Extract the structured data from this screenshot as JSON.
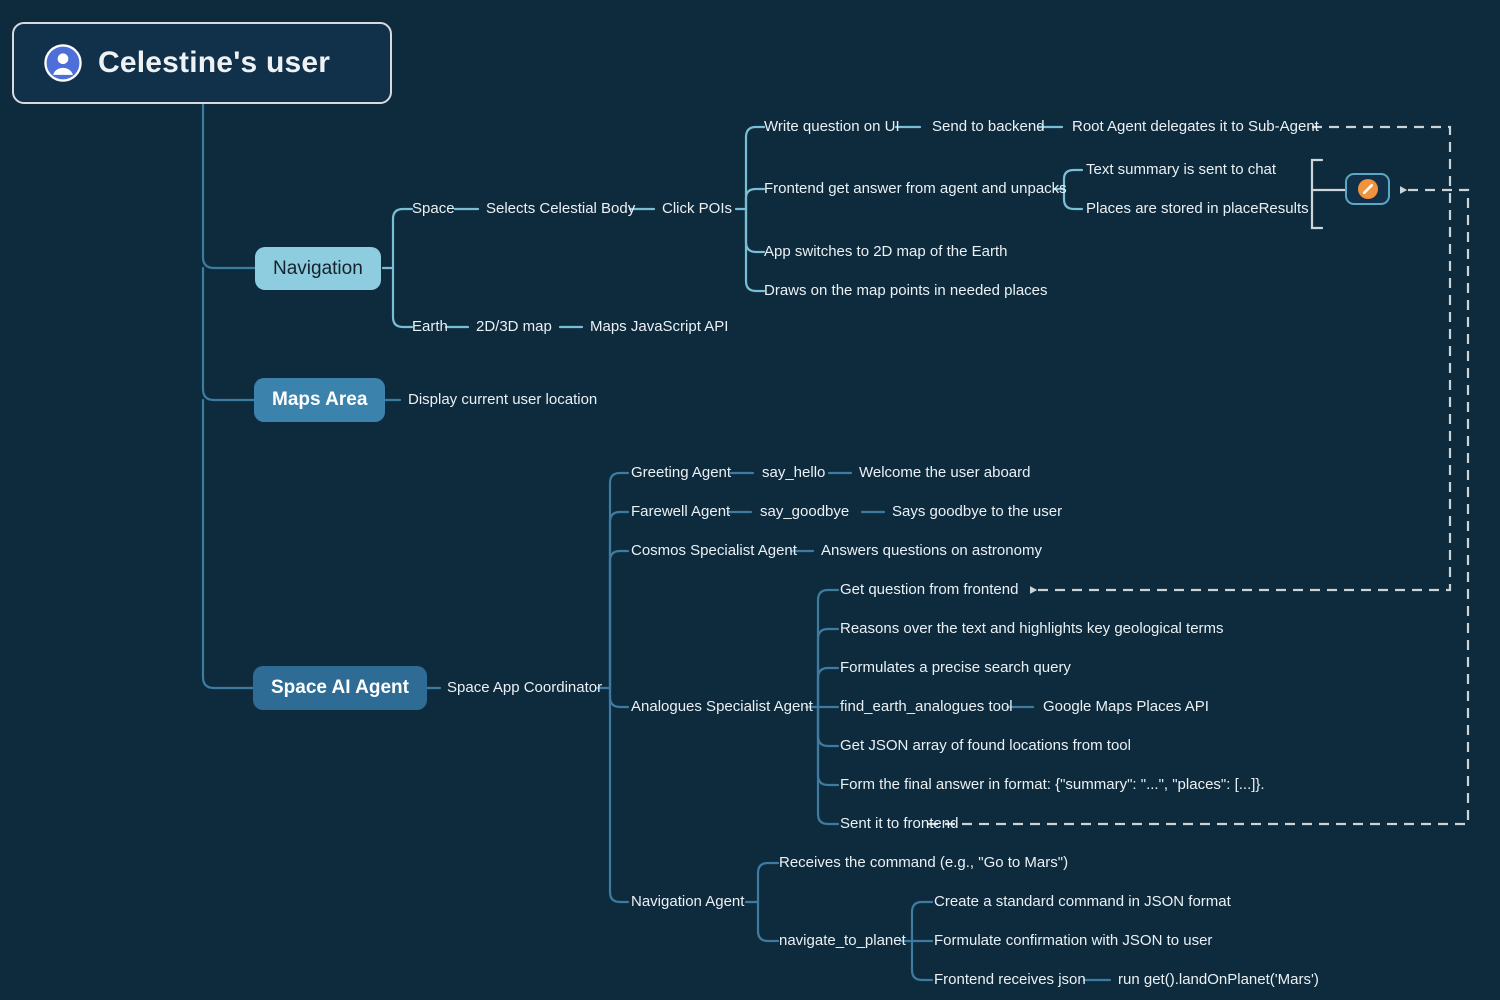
{
  "diagram": {
    "title": "Celestine's user",
    "type": "mindmap",
    "background_color": "#0e2a3d",
    "root": {
      "label": "Celestine's user",
      "icon": "user-avatar-icon",
      "avatar_color": "#4f6fd8",
      "border_color": "#d7dbdd"
    },
    "branches": [
      {
        "label": "Navigation",
        "style": "pill",
        "fill": "#8ecddf",
        "text_color": "#16222b"
      },
      {
        "label": "Maps Area",
        "style": "pill",
        "fill": "#3b83ad",
        "text_color": "#ffffff"
      },
      {
        "label": "Space AI Agent",
        "style": "pill",
        "fill": "#2e6c96",
        "text_color": "#ffffff"
      }
    ],
    "compass_node": {
      "icon": "compass-icon",
      "icon_color": "#f0933e",
      "border_color": "#5aa8c4"
    },
    "line_color": "#3d7ba0",
    "dashed_color": "#c9d4d8"
  },
  "labels": {
    "space": "Space",
    "selects_celestial_body": "Selects Celestial Body",
    "click_pois": "Click POIs",
    "write_question_on_ui": "Write question on UI",
    "send_to_backend": "Send to backend",
    "root_agent_delegates": "Root Agent delegates it to Sub-Agent",
    "frontend_get_answer": "Frontend get answer from agent and unpacks",
    "text_summary_sent": "Text summary is sent to chat",
    "places_stored": "Places are stored in placeResults",
    "app_switches_2d": "App switches to 2D map of the Earth",
    "draws_on_map": "Draws on the map points in needed places",
    "earth": "Earth",
    "map_2d3d": "2D/3D map",
    "maps_js_api": "Maps JavaScript API",
    "display_current_user_location": "Display current user location",
    "space_app_coordinator": "Space App Coordinator",
    "greeting_agent": "Greeting Agent",
    "say_hello": "say_hello",
    "welcome_user_aboard": "Welcome the user aboard",
    "farewell_agent": "Farewell Agent",
    "say_goodbye": "say_goodbye",
    "says_goodbye_to_user": "Says goodbye to the user",
    "cosmos_specialist_agent": "Cosmos Specialist Agent",
    "answers_questions_astronomy": "Answers questions on astronomy",
    "analogues_specialist_agent": "Analogues Specialist Agent",
    "get_question_from_frontend": "Get question from frontend",
    "reasons_over_text": "Reasons over the text and highlights key geological terms",
    "formulates_precise_query": "Formulates a precise search query",
    "find_earth_analogues_tool": "find_earth_analogues tool",
    "google_maps_places_api": "Google Maps Places API",
    "get_json_array": "Get JSON array of found locations from tool",
    "form_final_answer": "Form the final answer in format: {\"summary\": \"...\", \"places\": [...]}.",
    "sent_it_to_frontend": "Sent it to frontend",
    "navigation_agent": "Navigation Agent",
    "receives_command": "Receives the command (e.g., \"Go to Mars\")",
    "navigate_to_planet": "navigate_to_planet",
    "create_standard_command": "Create a standard command in JSON format",
    "formulate_confirmation": "Formulate confirmation with JSON to user",
    "frontend_receives_json": "Frontend receives json",
    "run_land_on_planet": "run get().landOnPlanet('Mars')"
  }
}
